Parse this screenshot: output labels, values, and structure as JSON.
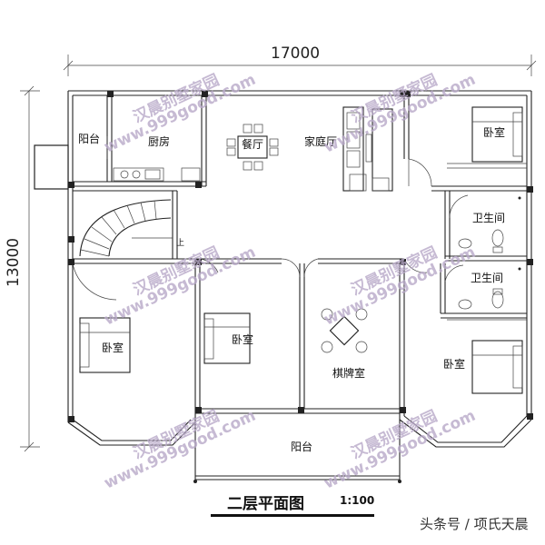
{
  "dimensions": {
    "width": "17000",
    "height": "13000"
  },
  "rooms": {
    "balcony_top": "阳台",
    "kitchen": "厨房",
    "dining": "餐厅",
    "family_hall": "家庭厅",
    "bedroom_top_right": "卧室",
    "bathroom_1": "卫生间",
    "bathroom_2": "卫生间",
    "bedroom_left": "卧室",
    "bedroom_middle": "卧室",
    "card_room": "棋牌室",
    "bedroom_right": "卧室",
    "balcony_bottom": "阳台",
    "stair_up": "上"
  },
  "watermark": {
    "line1": "汉晨别墅家园",
    "line2": "www.999good.com"
  },
  "title": {
    "text": "二层平面图",
    "scale": "1:100"
  },
  "credit": "头条号 / 项氏天晨"
}
